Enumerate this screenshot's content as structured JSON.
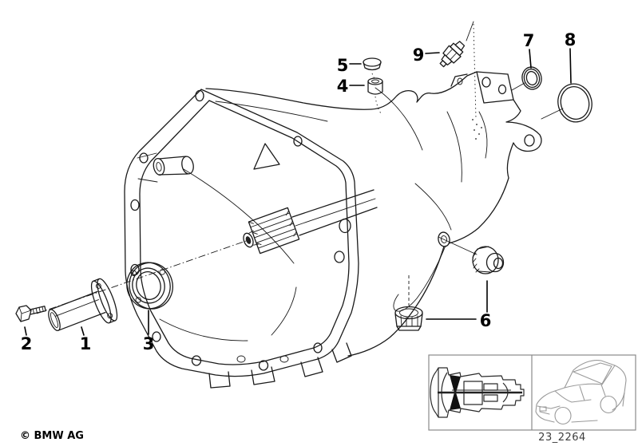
{
  "diagram": {
    "code": "23_2264",
    "callouts": [
      {
        "number": "1"
      },
      {
        "number": "2"
      },
      {
        "number": "3"
      },
      {
        "number": "4"
      },
      {
        "number": "5"
      },
      {
        "number": "6"
      },
      {
        "number": "7"
      },
      {
        "number": "8"
      },
      {
        "number": "9"
      }
    ],
    "insets": [
      {
        "icon": "transmission-cross-section-icon"
      },
      {
        "icon": "car-silhouette-icon"
      }
    ]
  },
  "footer": {
    "copyright": "© BMW AG"
  },
  "colors": {
    "line": "#1a1a1a",
    "inset_border": "#8a8a8a",
    "car_line": "#9a9a9a",
    "background": "#ffffff"
  }
}
